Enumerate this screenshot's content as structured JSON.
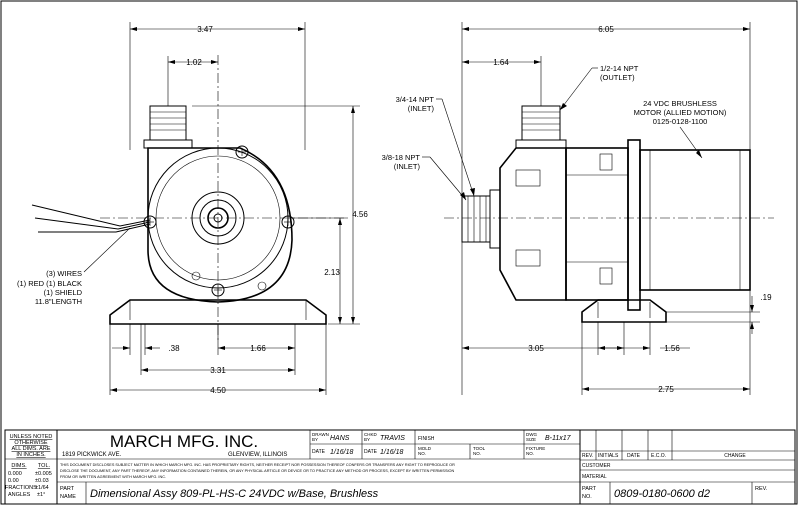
{
  "dimensions": {
    "front_width_top": "3.47",
    "front_outlet_offset": "1.02",
    "front_height": "4.56",
    "front_shaft_height": "2.13",
    "front_slot_offset": ".38",
    "front_slot_center": "1.66",
    "front_hole_spacing": "3.31",
    "front_base_width": "4.50",
    "side_overall_length": "6.05",
    "side_outlet_offset": "1.64",
    "side_base_thickness": ".19",
    "side_inlet_to_base": "3.05",
    "side_base_slot": "1.56",
    "side_base_length": "2.75"
  },
  "notes": {
    "wires": [
      "(3) WIRES",
      "(1) RED (1) BLACK",
      "(1) SHIELD",
      "11.8\"LENGTH"
    ],
    "inlet_34": [
      "3/4-14 NPT",
      "(INLET)"
    ],
    "inlet_38": [
      "3/8-18 NPT",
      "(INLET)"
    ],
    "outlet": [
      "1/2-14 NPT",
      "(OUTLET)"
    ],
    "motor": [
      "24 VDC BRUSHLESS",
      "MOTOR (ALLIED MOTION)",
      "0125-0128-1100"
    ]
  },
  "title_block": {
    "tolerance_header": [
      "UNLESS NOTED",
      "OTHERWISE",
      "ALL DIMS. ARE",
      "IN INCHES."
    ],
    "tol_labels": [
      "DIMS.",
      "TOL."
    ],
    "tol_rows": [
      [
        "0.000",
        "±0.005"
      ],
      [
        "0.00",
        "±0.03"
      ],
      [
        "FRACTIONS",
        "±1/64"
      ],
      [
        "ANGLES",
        "±1°"
      ]
    ],
    "company": "MARCH MFG. INC.",
    "address": "1819 PICKWICK AVE.",
    "city": "GLENVIEW, ILLINOIS",
    "drawn_label": [
      "DRAWN",
      "BY"
    ],
    "drawn_by": "HANS",
    "chkd_label": [
      "CHKD",
      "BY"
    ],
    "chkd_by": "TRAVIS",
    "finish_label": "FINISH",
    "dwg_size_label": [
      "DWG",
      "SIZE"
    ],
    "dwg_size": "B-11x17",
    "date_label": "DATE",
    "drawn_date": "1/16/18",
    "chkd_date": "1/16/18",
    "mold_label": [
      "MOLD",
      "NO."
    ],
    "tool_label": [
      "TOOL",
      "NO."
    ],
    "fixture_label": [
      "FIXTURE",
      "NO."
    ],
    "disclaimer": [
      "THIS DOCUMENT DISCLOSES SUBJECT MATTER IN WHICH MARCH MFG. INC. HAS PROPRIETARY RIGHTS, NEITHER RECEIPT NOR POSSESSION THEREOF CONFERS OR TRANSFERS ANY RIGHT TO REPRODUCE OR",
      "DISCLOSE THE DOCUMENT, ANY PART THEREOF, ANY INFORMATION CONTAINED THEREIN, OR ANY PHYSICAL ARTICLE OR DEVICE OR TO PRACTICE ANY METHOD OR PROCESS, EXCEPT BY WRITTEN PERMISSION",
      "FROM OR WRITTEN AGREEMENT WITH MARCH MFG. INC."
    ],
    "part_name_label": [
      "PART",
      "NAME"
    ],
    "part_name": "Dimensional Assy 809-PL-HS-C 24VDC w/Base, Brushless",
    "rev_headers": [
      "REV.",
      "INITIALS",
      "DATE",
      "E.C.O.",
      "CHANGE"
    ],
    "customer_label": "CUSTOMER",
    "material_label": "MATERIAL",
    "part_no_label": [
      "PART",
      "NO."
    ],
    "part_no": "0809-0180-0600 d2",
    "rev_label": "REV."
  }
}
